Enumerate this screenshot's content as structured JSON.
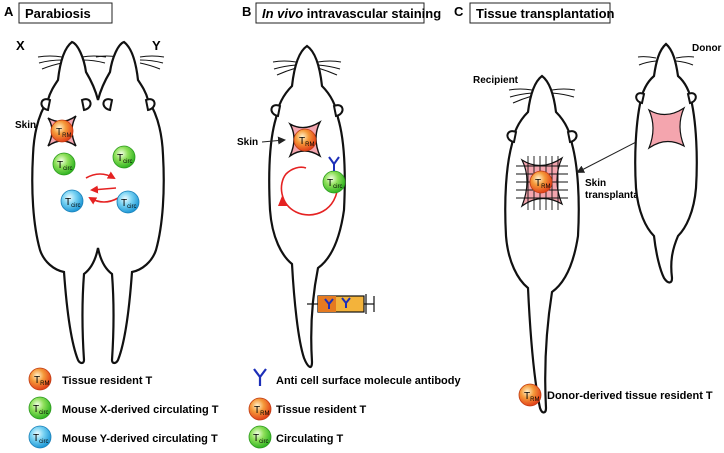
{
  "panels": {
    "a": {
      "letter": "A",
      "title": "Parabiosis",
      "label_x": "X",
      "label_y": "Y",
      "skin": "Skin"
    },
    "b": {
      "letter": "B",
      "title_italic": "In vivo",
      "title_rest": " intravascular staining",
      "skin": "Skin"
    },
    "c": {
      "letter": "C",
      "title": "Tissue transplantation",
      "recipient": "Recipient",
      "donor": "Donor",
      "transplant_line1": "Skin",
      "transplant_line2": "transplantation"
    }
  },
  "cells": {
    "trm": {
      "main": "T",
      "sub": "RM"
    },
    "tcirc": {
      "main": "T",
      "sub": "circ"
    }
  },
  "legend": {
    "a": [
      {
        "cell": "trm",
        "text": "Tissue resident T"
      },
      {
        "cell": "tcirc_x",
        "text": "Mouse X-derived circulating T"
      },
      {
        "cell": "tcirc_y",
        "text": "Mouse Y-derived circulating T"
      }
    ],
    "b": [
      {
        "cell": "antibody",
        "text": "Anti cell surface molecule antibody"
      },
      {
        "cell": "trm",
        "text": "Tissue resident T"
      },
      {
        "cell": "tcirc_x",
        "text": "Circulating T"
      }
    ],
    "c": [
      {
        "cell": "trm",
        "text": "Donor-derived tissue resident T"
      }
    ]
  },
  "colors": {
    "trm": "#e85a1e",
    "tcirc_x": "#3fbf2f",
    "tcirc_y": "#2ea8e0",
    "skin": "#f4a5ae",
    "arrow": "#e52222",
    "antibody": "#1d2fb8"
  }
}
